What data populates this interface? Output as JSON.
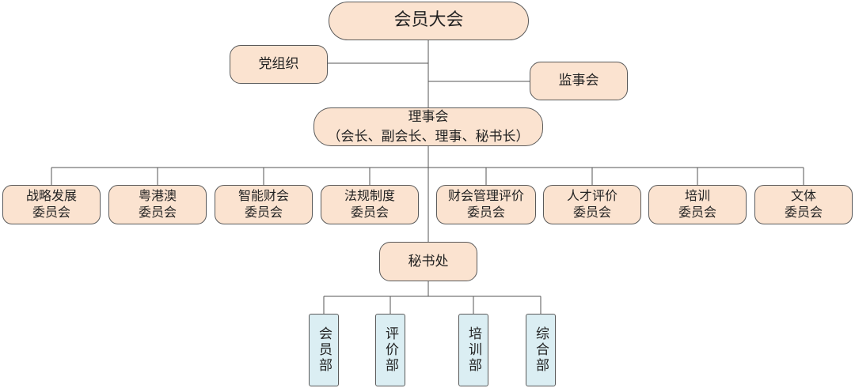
{
  "root": {
    "label": "会员大会"
  },
  "party": {
    "label": "党组织"
  },
  "supervisors": {
    "label": "监事会"
  },
  "board": {
    "line1": "理事会",
    "line2": "（会长、副会长、理事、秘书长）"
  },
  "committees": [
    {
      "line1": "战略发展",
      "line2": "委员会"
    },
    {
      "line1": "粤港澳",
      "line2": "委员会"
    },
    {
      "line1": "智能财会",
      "line2": "委员会"
    },
    {
      "line1": "法规制度",
      "line2": "委员会"
    },
    {
      "line1": "财会管理评价",
      "line2": "委员会"
    },
    {
      "line1": "人才评价",
      "line2": "委员会"
    },
    {
      "line1": "培训",
      "line2": "委员会"
    },
    {
      "line1": "文体",
      "line2": "委员会"
    }
  ],
  "secretariat": {
    "label": "秘书处"
  },
  "departments": [
    {
      "label": "会员部"
    },
    {
      "label": "评价部"
    },
    {
      "label": "培训部"
    },
    {
      "label": "综合部"
    }
  ],
  "colors": {
    "node_fill": "#fbe3d0",
    "dept_fill": "#dbeef3",
    "border": "#5a5a5a"
  }
}
